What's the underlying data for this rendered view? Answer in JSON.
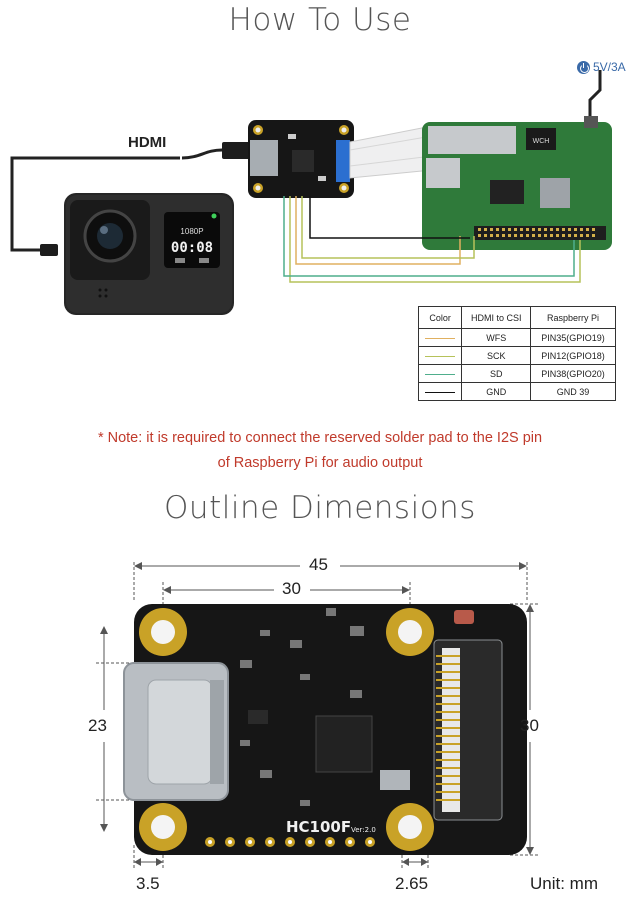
{
  "how_to_use": {
    "title": "How To Use",
    "hdmi_label": "HDMI",
    "power_label": "5V/3A",
    "camera_screen": {
      "line1": "1080P",
      "line2": "00:08"
    },
    "board_chip_label": "WCH"
  },
  "connection_table": {
    "headers": [
      "Color",
      "HDMI to CSI",
      "Raspberry Pi"
    ],
    "rows": [
      {
        "color": "#e0b060",
        "signal": "WFS",
        "pin": "PIN35(GPIO19)"
      },
      {
        "color": "#b6c25a",
        "signal": "SCK",
        "pin": "PIN12(GPIO18)"
      },
      {
        "color": "#4fae8c",
        "signal": "SD",
        "pin": "PIN38(GPIO20)"
      },
      {
        "color": "#111111",
        "signal": "GND",
        "pin": "GND 39"
      }
    ]
  },
  "note": {
    "line1": "* Note: it is required to connect the reserved solder pad to the I2S pin",
    "line2": "of Raspberry Pi for audio output"
  },
  "outline": {
    "title": "Outline Dimensions",
    "dims": {
      "overall_width": "45",
      "hole_spacing": "30",
      "hdmi_height": "23",
      "board_height": "30",
      "hole_offset_left": "3.5",
      "hole_offset_right": "2.65"
    },
    "unit": "Unit: mm",
    "board_name": "HC100F",
    "board_version": "Ver:2.0"
  },
  "colors": {
    "accent_red": "#c03a2b",
    "accent_blue": "#3a6aa8",
    "pcb_black": "#161616",
    "pad_gold": "#c9a227",
    "rpi_green": "#2f7a3a"
  }
}
